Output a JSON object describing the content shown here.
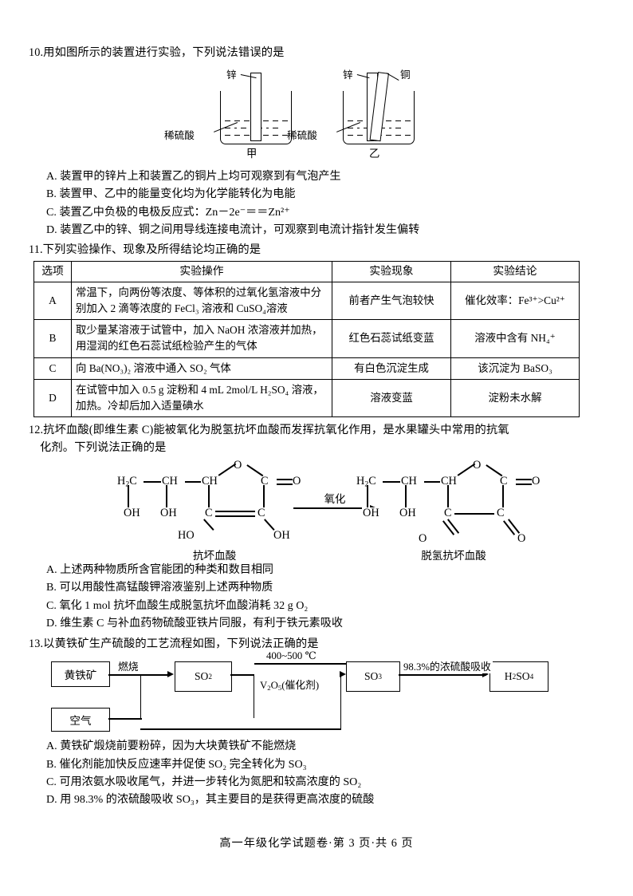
{
  "questions": [
    {
      "number": "10.",
      "stem": "用如图所示的装置进行实验，下列说法错误的是",
      "figure": {
        "left_device": {
          "electrode_label": "锌",
          "liquid_label": "稀硫酸",
          "caption": "甲"
        },
        "right_device": {
          "electrode_label_1": "锌",
          "electrode_label_2": "铜",
          "liquid_label": "稀硫酸",
          "caption": "乙"
        }
      },
      "options": [
        {
          "letter": "A.",
          "text": "装置甲的锌片上和装置乙的铜片上均可观察到有气泡产生"
        },
        {
          "letter": "B.",
          "text": "装置甲、乙中的能量变化均为化学能转化为电能"
        },
        {
          "letter": "C.",
          "text": "装置乙中负极的电极反应式：Zn－2e⁻＝＝Zn²⁺"
        },
        {
          "letter": "D.",
          "text": "装置乙中的锌、铜之间用导线连接电流计，可观察到电流计指针发生偏转"
        }
      ]
    },
    {
      "number": "11.",
      "stem": "下列实验操作、现象及所得结论均正确的是",
      "table": {
        "headers": [
          "选项",
          "实验操作",
          "实验现象",
          "实验结论"
        ],
        "rows": [
          {
            "option": "A",
            "operation": "常温下，向两份等浓度、等体积的过氧化氢溶液中分别加入 2 滴等浓度的 FeCl₃ 溶液和 CuSO₄溶液",
            "phenomenon": "前者产生气泡较快",
            "conclusion": "催化效率：Fe³⁺>Cu²⁺"
          },
          {
            "option": "B",
            "operation": "取少量某溶液于试管中，加入 NaOH 浓溶液并加热，用湿润的红色石蕊试纸检验产生的气体",
            "phenomenon": "红色石蕊试纸变蓝",
            "conclusion": "溶液中含有 NH₄⁺"
          },
          {
            "option": "C",
            "operation": "向 Ba(NO₃)₂ 溶液中通入 SO₂ 气体",
            "phenomenon": "有白色沉淀生成",
            "conclusion": "该沉淀为 BaSO₃"
          },
          {
            "option": "D",
            "operation": "在试管中加入 0.5 g 淀粉和 4 mL 2mol/L H₂SO₄ 溶液，加热。冷却后加入适量碘水",
            "phenomenon": "溶液变蓝",
            "conclusion": "淀粉未水解"
          }
        ]
      }
    },
    {
      "number": "12.",
      "stem_line1": "抗坏血酸(即维生素 C)能被氧化为脱氢抗坏血酸而发挥抗氧化作用，是水果罐头中常用的抗氧",
      "stem_line2": "化剂。下列说法正确的是",
      "figure": {
        "arrow_label": "氧化",
        "left_caption": "抗坏血酸",
        "right_caption": "脱氢抗坏血酸",
        "atoms_left": [
          "H₂C",
          "CH",
          "CH",
          "O",
          "C",
          "O",
          "C",
          "C",
          "OH",
          "OH",
          "HO",
          "OH"
        ],
        "atoms_right": [
          "H₂C",
          "CH",
          "CH",
          "O",
          "C",
          "O",
          "C",
          "C",
          "OH",
          "OH",
          "O",
          "O"
        ]
      },
      "options": [
        {
          "letter": "A.",
          "text": "上述两种物质所含官能团的种类和数目相同"
        },
        {
          "letter": "B.",
          "text": "可以用酸性高锰酸钾溶液鉴别上述两种物质"
        },
        {
          "letter": "C.",
          "text": "氧化 1 mol 抗坏血酸生成脱氢抗坏血酸消耗 32 g O₂"
        },
        {
          "letter": "D.",
          "text": "维生素 C 与补血药物硫酸亚铁片同服，有利于铁元素吸收"
        }
      ]
    },
    {
      "number": "13.",
      "stem": "以黄铁矿生产硫酸的工艺流程如图，下列说法正确的是",
      "flowchart": {
        "boxes": [
          "黄铁矿",
          "空气",
          "SO₂",
          "SO₃",
          "H₂SO₄"
        ],
        "label_burn": "燃烧",
        "label_temp": "400~500 ℃",
        "label_catalyst": "V₂O₅(催化剂)",
        "label_absorb": "98.3%的浓硫酸吸收"
      },
      "options": [
        {
          "letter": "A.",
          "text": "黄铁矿煅烧前要粉碎，因为大块黄铁矿不能燃烧"
        },
        {
          "letter": "B.",
          "text": "催化剂能加快反应速率并促使 SO₂ 完全转化为 SO₃"
        },
        {
          "letter": "C.",
          "text": "可用浓氨水吸收尾气，并进一步转化为氮肥和较高浓度的 SO₂"
        },
        {
          "letter": "D.",
          "text": "用 98.3% 的浓硫酸吸收 SO₃，其主要目的是获得更高浓度的硫酸"
        }
      ]
    }
  ],
  "footer": "高一年级化学试题卷·第 3 页·共 6 页"
}
